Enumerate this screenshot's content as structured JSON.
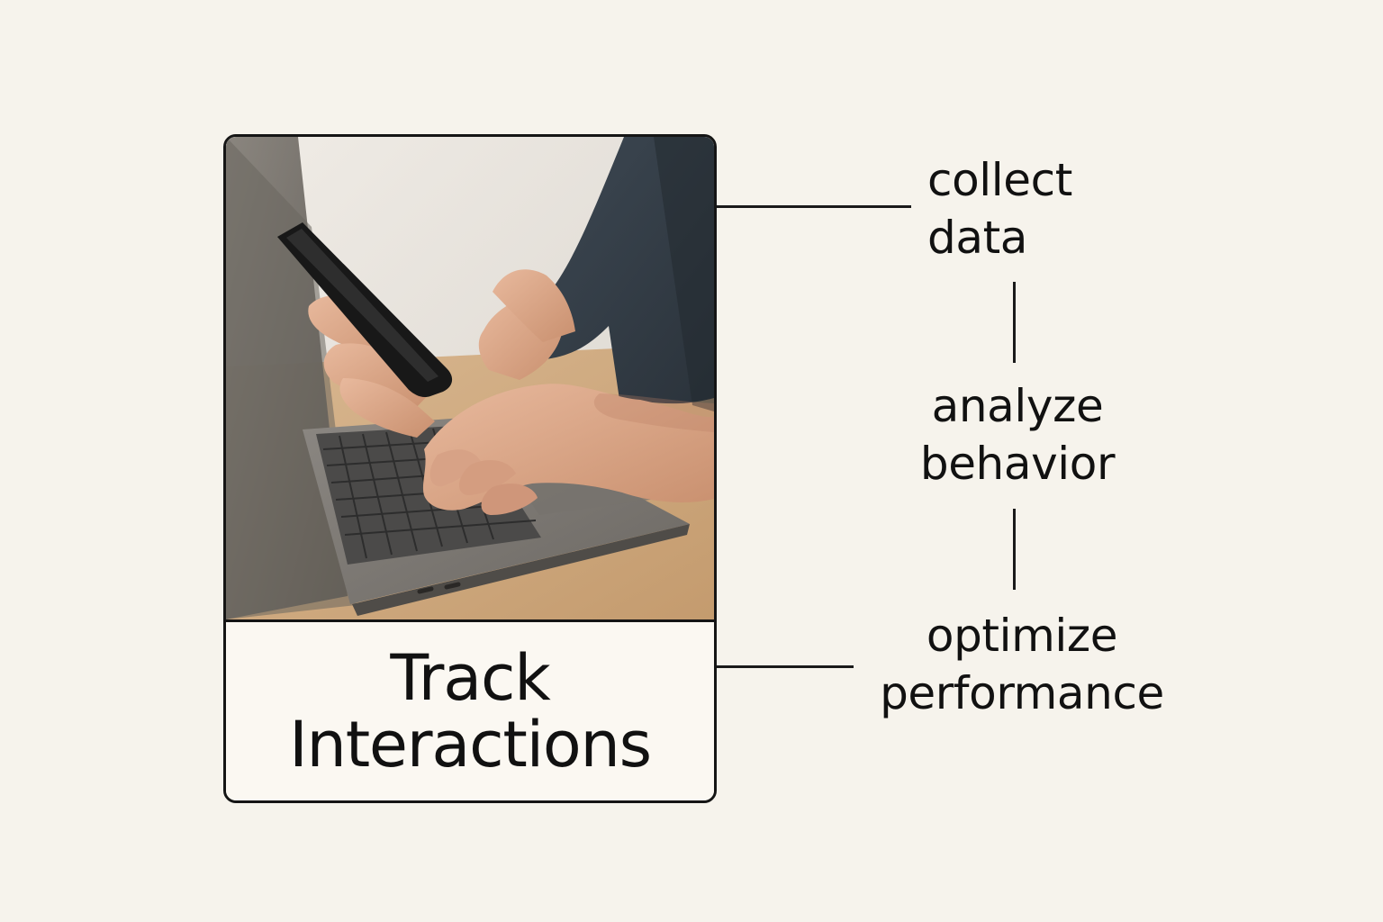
{
  "main_card": {
    "image_alt": "",
    "caption_lines": [
      "Track",
      "Interactions"
    ]
  },
  "flow": {
    "steps": [
      {
        "lines": [
          "collect",
          "data"
        ]
      },
      {
        "lines": [
          "analyze",
          "behavior"
        ]
      },
      {
        "lines": [
          "optimize",
          "performance"
        ]
      }
    ]
  },
  "colors": {
    "background": "#f6f3ec",
    "ink": "#151515",
    "card_fill": "#fbf8f2"
  }
}
